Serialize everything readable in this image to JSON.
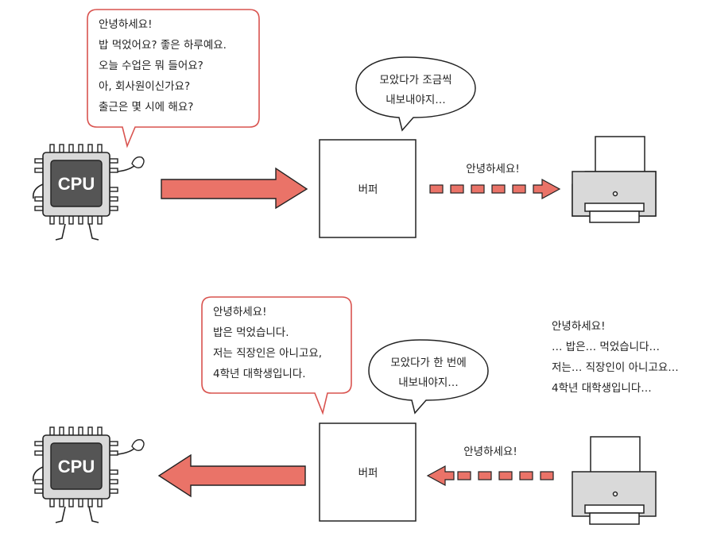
{
  "colors": {
    "accent_red": "#ea7368",
    "bubble_red_border": "#d9534f",
    "cpu_outer": "#d9d9d9",
    "cpu_inner": "#555555",
    "line": "#222222"
  },
  "top_scene": {
    "cpu_label": "CPU",
    "cpu_bubble_lines": [
      "안녕하세요!",
      "밥 먹었어요? 좋은 하루예요.",
      "오늘 수업은 뭐 들어요?",
      "아, 회사원이신가요?",
      "출근은 몇 시에 해요?"
    ],
    "buffer_label": "버퍼",
    "buffer_bubble_lines": [
      "모았다가 조금씩",
      "내보내야지…"
    ],
    "transfer_label": "안녕하세요!"
  },
  "bottom_scene": {
    "cpu_label": "CPU",
    "buffer_bubble_lines": [
      "안녕하세요!",
      "밥은 먹었습니다.",
      "저는 직장인은 아니고요,",
      "4학년 대학생입니다."
    ],
    "buffer_label": "버퍼",
    "buffer_thought_lines": [
      "모았다가 한 번에",
      "내보내야지…"
    ],
    "transfer_label": "안녕하세요!",
    "printer_text_lines": [
      "안녕하세요!",
      "… 밥은… 먹었습니다…",
      "저는… 직장인이 아니고요…",
      "4학년 대학생입니다…"
    ]
  }
}
